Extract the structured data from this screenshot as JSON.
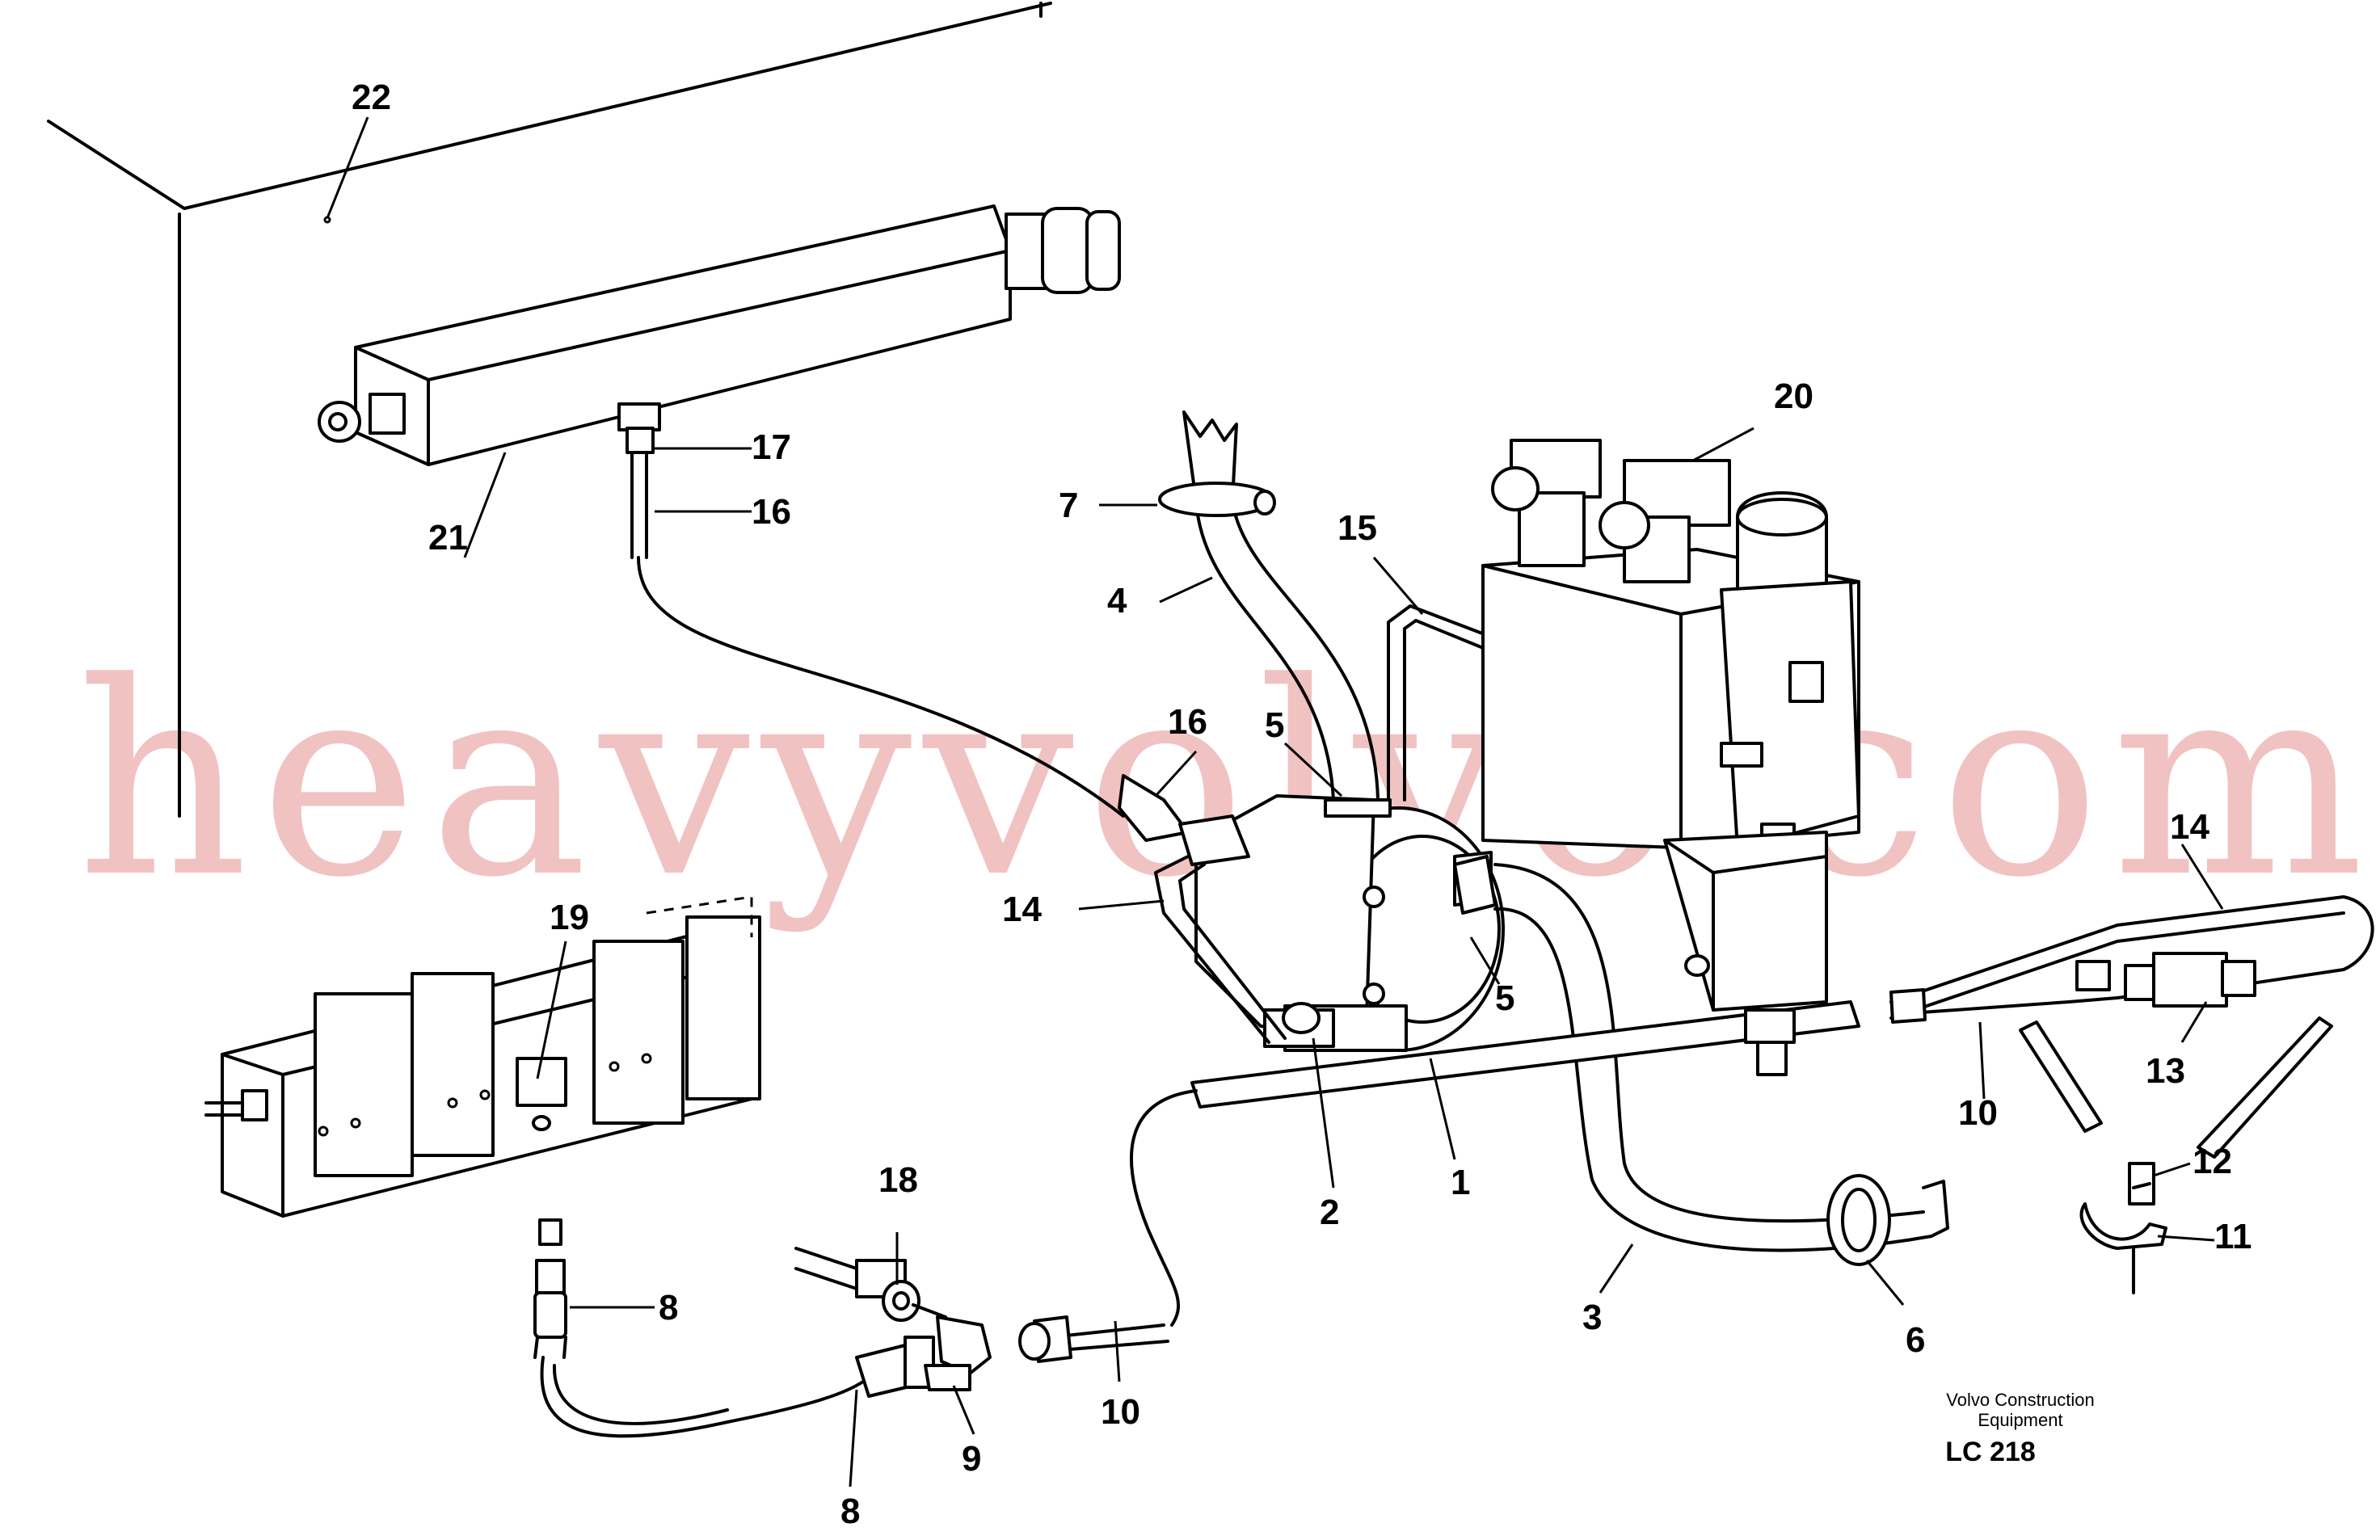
{
  "callouts": [
    {
      "id": "c22",
      "text": "22"
    },
    {
      "id": "c21",
      "text": "21"
    },
    {
      "id": "c17",
      "text": "17"
    },
    {
      "id": "c16a",
      "text": "16"
    },
    {
      "id": "c7",
      "text": "7"
    },
    {
      "id": "c4",
      "text": "4"
    },
    {
      "id": "c15",
      "text": "15"
    },
    {
      "id": "c20",
      "text": "20"
    },
    {
      "id": "c16b",
      "text": "16"
    },
    {
      "id": "c5a",
      "text": "5"
    },
    {
      "id": "c14a",
      "text": "14"
    },
    {
      "id": "c19",
      "text": "19"
    },
    {
      "id": "c5b",
      "text": "5"
    },
    {
      "id": "c1",
      "text": "1"
    },
    {
      "id": "c2",
      "text": "2"
    },
    {
      "id": "c18",
      "text": "18"
    },
    {
      "id": "c8a",
      "text": "8"
    },
    {
      "id": "c9",
      "text": "9"
    },
    {
      "id": "c10a",
      "text": "10"
    },
    {
      "id": "c8b",
      "text": "8"
    },
    {
      "id": "c3",
      "text": "3"
    },
    {
      "id": "c6",
      "text": "6"
    },
    {
      "id": "c14b",
      "text": "14"
    },
    {
      "id": "c13",
      "text": "13"
    },
    {
      "id": "c10b",
      "text": "10"
    },
    {
      "id": "c12",
      "text": "12"
    },
    {
      "id": "c11",
      "text": "11"
    }
  ],
  "credit": {
    "line1": "Volvo Construction",
    "line2": "Equipment",
    "code": "LC 218"
  },
  "watermark": "heavyvolvo.com"
}
